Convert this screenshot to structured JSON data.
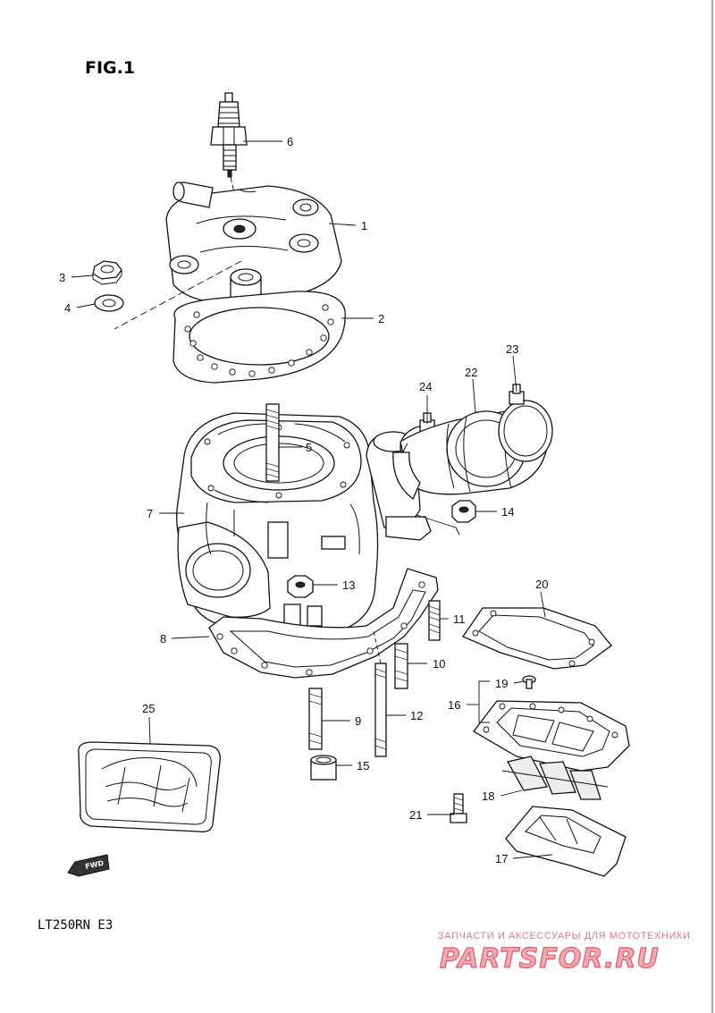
{
  "figure_title": "FIG.1",
  "model_code": "LT250RN E3",
  "part_numbers": [
    "1",
    "2",
    "3",
    "4",
    "5",
    "6",
    "7",
    "8",
    "9",
    "10",
    "11",
    "12",
    "13",
    "14",
    "15",
    "16",
    "17",
    "18",
    "19",
    "20",
    "21",
    "22",
    "23",
    "24",
    "25"
  ],
  "fwd_label": "FWD",
  "watermark": {
    "tagline": "ЗАПЧАСТИ И АКСЕССУАРЫ ДЛЯ МОТОТЕХНИКИ",
    "brand": "PARTSFOR.RU",
    "colors": {
      "text": "#e07b86",
      "fill": "#f1a9b2",
      "outline": "#dc5c6c"
    }
  }
}
